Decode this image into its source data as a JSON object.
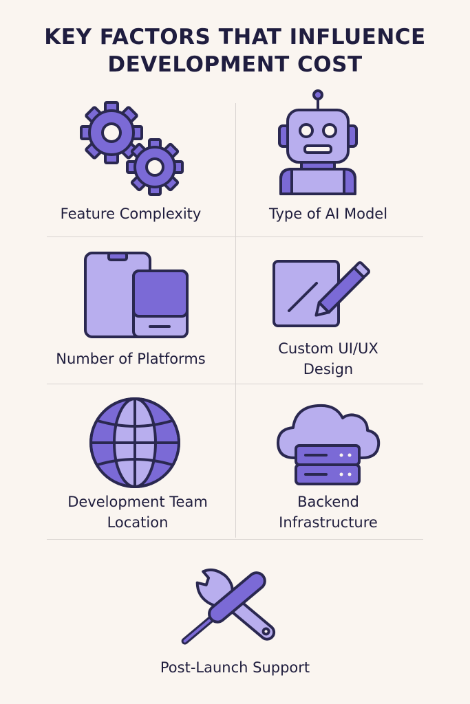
{
  "title": {
    "line1": "KEY FACTORS THAT INFLUENCE",
    "line2": "DEVELOPMENT COST"
  },
  "factors": [
    {
      "label": "Feature Complexity",
      "icon": "gears-icon"
    },
    {
      "label": "Type of AI Model",
      "icon": "robot-icon"
    },
    {
      "label": "Number of Platforms",
      "icon": "devices-icon"
    },
    {
      "label_line1": "Custom UI/UX",
      "label_line2": "Design",
      "icon": "design-pencil-icon"
    },
    {
      "label_line1": "Development Team",
      "label_line2": "Location",
      "icon": "globe-icon"
    },
    {
      "label_line1": "Backend",
      "label_line2": "Infrastructure",
      "icon": "cloud-server-icon"
    },
    {
      "label": "Post-Launch Support",
      "icon": "wrench-screwdriver-icon"
    }
  ],
  "colors": {
    "background": "#faf5f0",
    "icon_fill_light": "#b8aeee",
    "icon_fill_dark": "#7b6ad6",
    "outline": "#2a2850",
    "text": "#1e1c3c"
  }
}
